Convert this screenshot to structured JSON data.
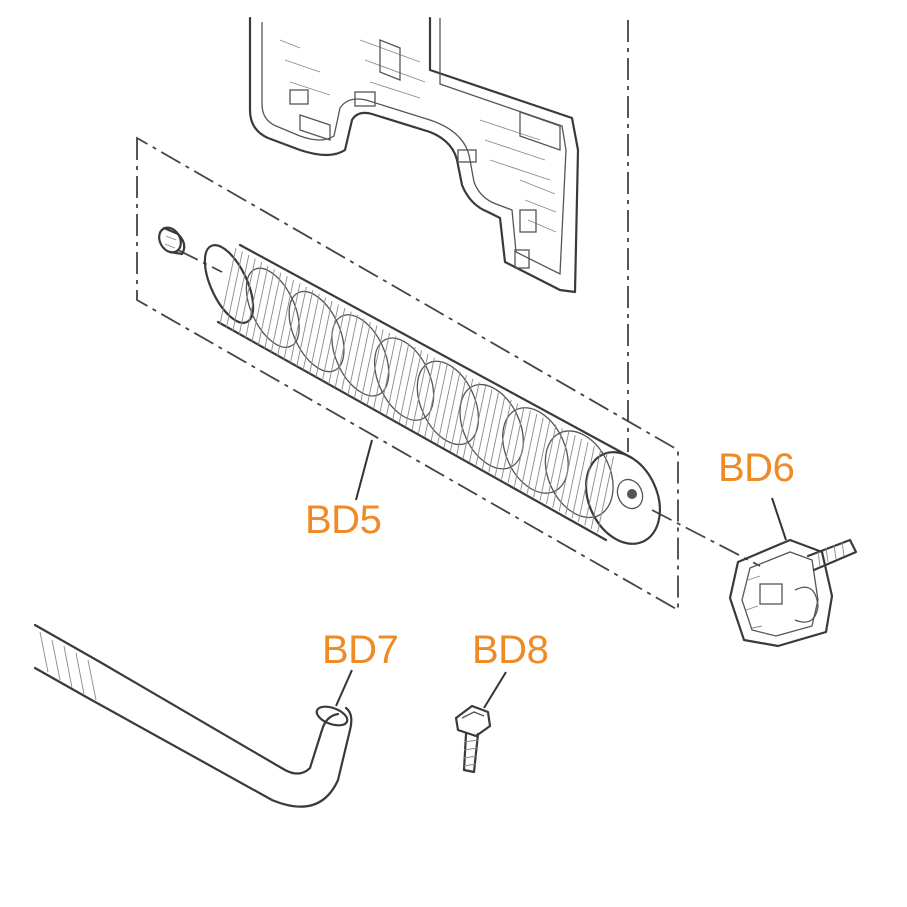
{
  "labels": {
    "bd5": "BD5",
    "bd6": "BD6",
    "bd7": "BD7",
    "bd8": "BD8"
  },
  "colors": {
    "label": "#f08a24",
    "line": "#3a3a3a",
    "background": "#ffffff"
  }
}
